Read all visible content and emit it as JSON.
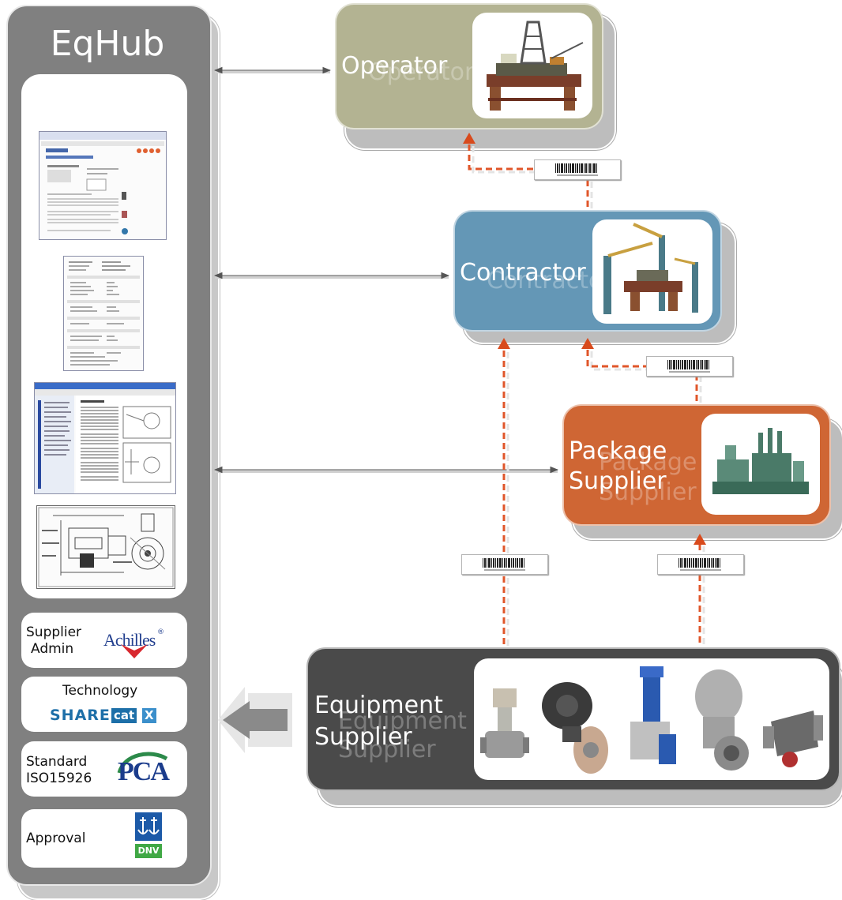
{
  "hub": {
    "title": "EqHub",
    "supplier_admin": {
      "line1": "Supplier",
      "line2": "Admin",
      "logo_text": "Achilles",
      "logo_sup": "®"
    },
    "technology": {
      "label": "Technology",
      "logo_left": "SHARE",
      "logo_mid": "cat",
      "logo_right": "X"
    },
    "standard": {
      "line1": "Standard",
      "line2": "ISO15926",
      "logo_text": "PCA"
    },
    "approval": {
      "label": "Approval",
      "logo_text": "DNV"
    }
  },
  "roles": {
    "operator": {
      "line1": "Operator",
      "line2": ""
    },
    "contractor": {
      "line1": "Contractor",
      "line2": ""
    },
    "package_supplier": {
      "line1": "Package",
      "line2": "Supplier"
    },
    "equipment_supplier": {
      "line1": "Equipment",
      "line2": "Supplier"
    }
  },
  "colors": {
    "hub": "#808080",
    "operator": "#b3b392",
    "contractor": "#6497b6",
    "package_supplier": "#cf6634",
    "equipment_supplier": "#4a4a4a",
    "dashed_arrow": "#e0562a"
  }
}
